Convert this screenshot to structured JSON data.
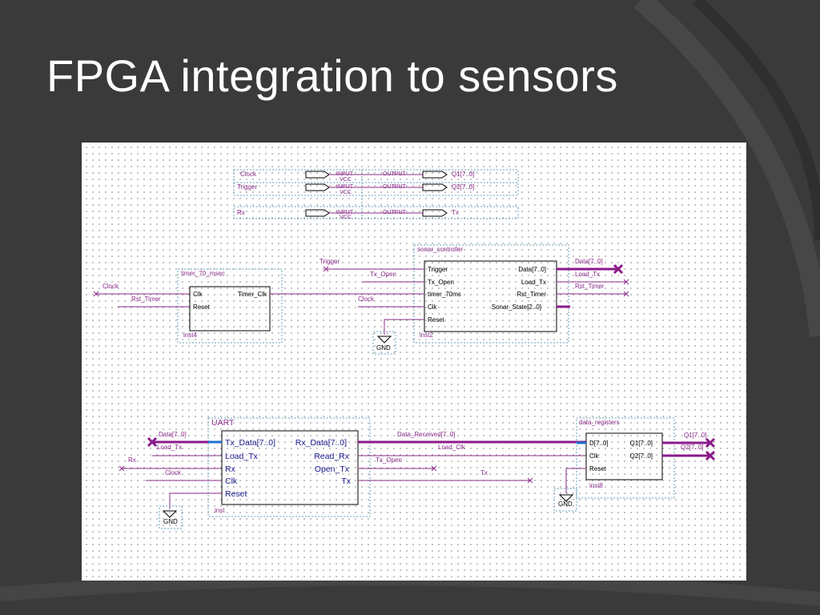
{
  "slide": {
    "title": "FPGA integration to sensors"
  },
  "pins": {
    "inputs": [
      {
        "name": "Clock",
        "kind": "INPUT",
        "sub": "VCC"
      },
      {
        "name": "Trigger",
        "kind": "INPUT",
        "sub": "VCC"
      },
      {
        "name": "Rx",
        "kind": "INPUT",
        "sub": "VCC"
      }
    ],
    "outputs": [
      {
        "name": "Q1[7..0]",
        "kind": "OUTPUT"
      },
      {
        "name": "Q2[7..0]",
        "kind": "OUTPUT"
      },
      {
        "name": "Tx",
        "kind": "OUTPUT"
      }
    ]
  },
  "timer": {
    "type": "timer_70_msec",
    "inst": "inst4",
    "ports_in": [
      "Clk",
      "Reset"
    ],
    "ports_out": [
      "Timer_Clk"
    ],
    "nets_in": [
      "Clock",
      "Rst_Timer"
    ]
  },
  "sonar": {
    "type": "sonar_controller",
    "inst": "inst2",
    "ports_in": [
      "Trigger",
      "Tx_Open",
      "timer_70ms",
      "Clk",
      "Reset"
    ],
    "ports_out": [
      "Data[7..0]",
      "Load_Tx",
      "Rst_Timer",
      "Sonar_State[2..0]"
    ],
    "nets_in": [
      "Trigger",
      "Tx_Open",
      "Clock"
    ],
    "nets_out": [
      "Data[7..0]",
      "Load_Tx",
      "Rst_Timer"
    ],
    "gnd": "GND"
  },
  "uart": {
    "type": "UART",
    "inst": "inst",
    "ports_in": [
      "Tx_Data[7..0]",
      "Load_Tx",
      "Rx",
      "Clk",
      "Reset"
    ],
    "ports_out": [
      "Rx_Data[7..0]",
      "Read_Rx",
      "Open_Tx",
      "Tx"
    ],
    "nets_in": [
      "Data[7..0]",
      "Load_Tx",
      "Rx",
      "Clock"
    ],
    "nets_out": [
      "Data_Received[7..0]",
      "Load_Clk",
      "Tx_Open",
      "Tx"
    ],
    "gnd": "GND"
  },
  "registers": {
    "type": "data_registers",
    "inst": "inst8",
    "ports_in": [
      "D[7..0]",
      "Clk",
      "Reset"
    ],
    "ports_out": [
      "Q1[7..0]",
      "Q2[7..0]"
    ],
    "nets_out": [
      "Q1[7..0]",
      "Q2[7..0]"
    ],
    "gnd": "GND"
  },
  "colors": {
    "wire": "#8b2d8b",
    "bus": "#8b1a8b",
    "symbol": "#000000",
    "frame": "#6aa0b8",
    "bg": "#3a3a3a"
  }
}
